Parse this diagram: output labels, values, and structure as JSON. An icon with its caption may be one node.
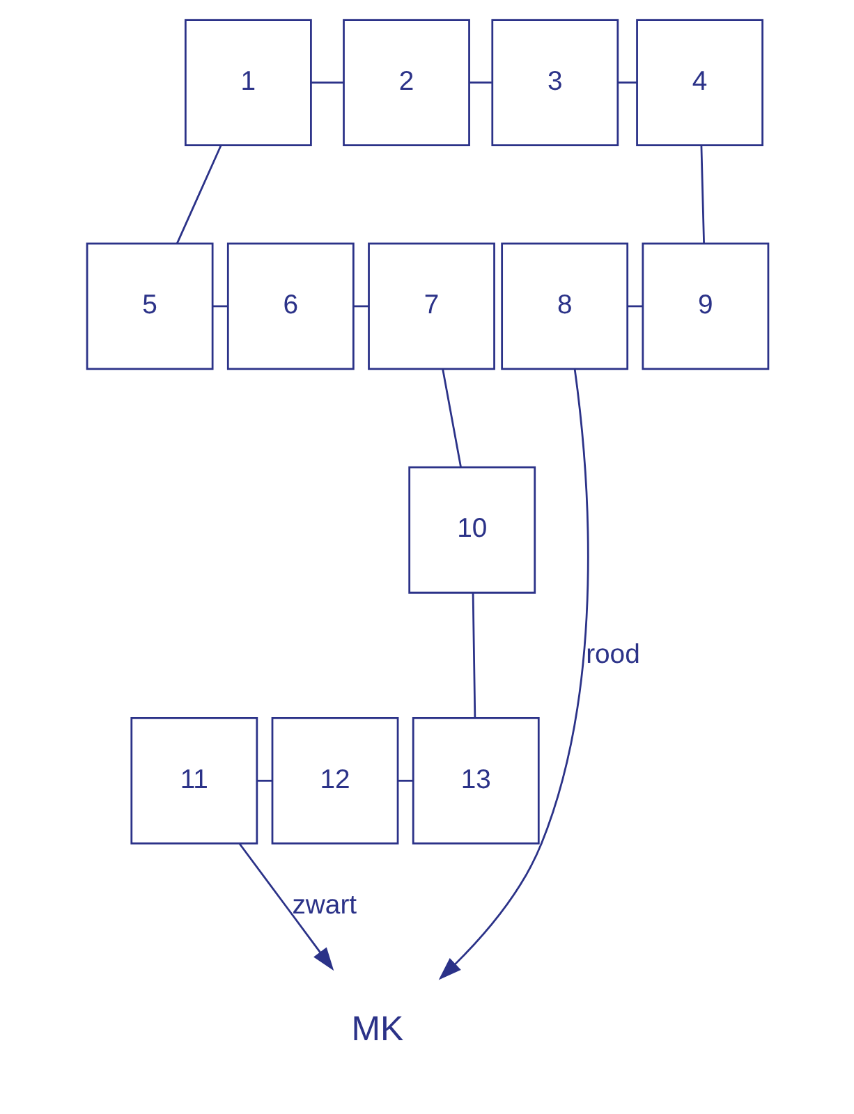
{
  "diagram": {
    "nodes": [
      {
        "text": [
          "1"
        ]
      },
      {
        "text": [
          "2"
        ]
      },
      {
        "text": [
          "3"
        ]
      },
      {
        "text": [
          "4"
        ]
      },
      {
        "text": [
          "5"
        ]
      },
      {
        "text": [
          "6"
        ]
      },
      {
        "text": [
          "7"
        ]
      },
      {
        "text": [
          "8"
        ]
      },
      {
        "text": [
          "9"
        ]
      },
      {
        "text": [
          "10"
        ]
      },
      {
        "text": [
          "11"
        ]
      },
      {
        "text": [
          "12"
        ]
      },
      {
        "text": [
          "13"
        ]
      },
      {
        "text": [
          "MK"
        ]
      }
    ],
    "edges": [
      {
        "from": 0,
        "to": 1,
        "arrow": "none"
      },
      {
        "from": 1,
        "to": 2,
        "arrow": "none"
      },
      {
        "from": 2,
        "to": 3,
        "arrow": "none"
      },
      {
        "from": 0,
        "to": 4,
        "arrow": "none"
      },
      {
        "from": 3,
        "to": 8,
        "arrow": "none"
      },
      {
        "from": 4,
        "to": 5,
        "arrow": "none"
      },
      {
        "from": 5,
        "to": 6,
        "arrow": "none"
      },
      {
        "from": 7,
        "to": 8,
        "arrow": "none"
      },
      {
        "from": 6,
        "to": 9,
        "arrow": "none"
      },
      {
        "from": 7,
        "to": 13,
        "label": "rood",
        "arrow": "to"
      },
      {
        "from": 9,
        "to": 12,
        "arrow": "none"
      },
      {
        "from": 10,
        "to": 13,
        "label": "zwart",
        "arrow": "to"
      },
      {
        "from": 10,
        "to": 11,
        "arrow": "none"
      },
      {
        "from": 11,
        "to": 12,
        "arrow": "none"
      }
    ]
  }
}
